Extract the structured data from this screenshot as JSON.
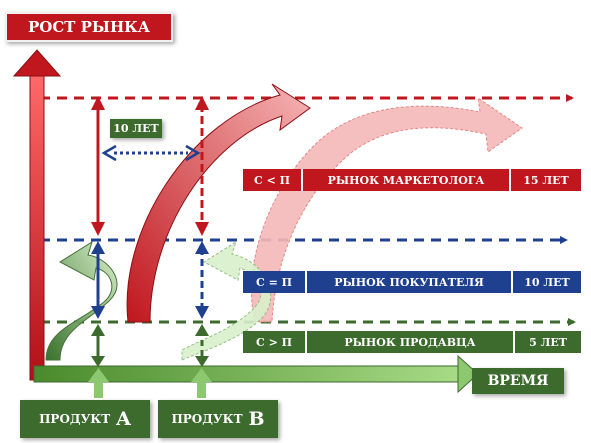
{
  "title": "РОСТ РЫНКА",
  "x_axis_label": "ВРЕМЯ",
  "interval_label": "10 ЛЕТ",
  "markets": [
    {
      "condition": "С < П",
      "name": "РЫНОК МАРКЕТОЛОГА",
      "duration": "15 ЛЕТ",
      "color": "#c0171e"
    },
    {
      "condition": "С = П",
      "name": "РЫНОК ПОКУПАТЕЛЯ",
      "duration": "10 ЛЕТ",
      "color": "#1f3f8f"
    },
    {
      "condition": "С > П",
      "name": "РЫНОК ПРОДАВЦА",
      "duration": "5 ЛЕТ",
      "color": "#3d6a2d"
    }
  ],
  "products": [
    {
      "prefix": "ПРОДУКТ",
      "letter": "A"
    },
    {
      "prefix": "ПРОДУКТ",
      "letter": "B"
    }
  ],
  "colors": {
    "red": "#c0171e",
    "blue": "#1f3f8f",
    "green": "#3d6a2d",
    "light_green": "#8cc870",
    "pale_red": "#f3a3a3"
  }
}
